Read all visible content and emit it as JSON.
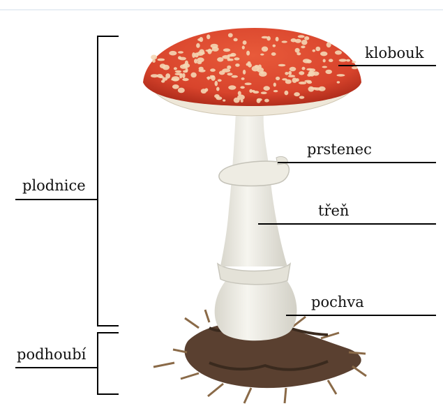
{
  "diagram": {
    "labels": {
      "klobouk": "klobouk",
      "prstenec": "prstenec",
      "tren": "třeň",
      "pochva": "pochva",
      "plodnice": "plodnice",
      "podhoubi": "podhoubí"
    },
    "colors": {
      "cap": "#d8442c",
      "cap_dark": "#a82818",
      "cap_spots": "#f4d6b4",
      "stem": "#f1efe6",
      "stem_shade": "#d8d6cc",
      "soil": "#5a4030",
      "line": "#000000"
    }
  }
}
